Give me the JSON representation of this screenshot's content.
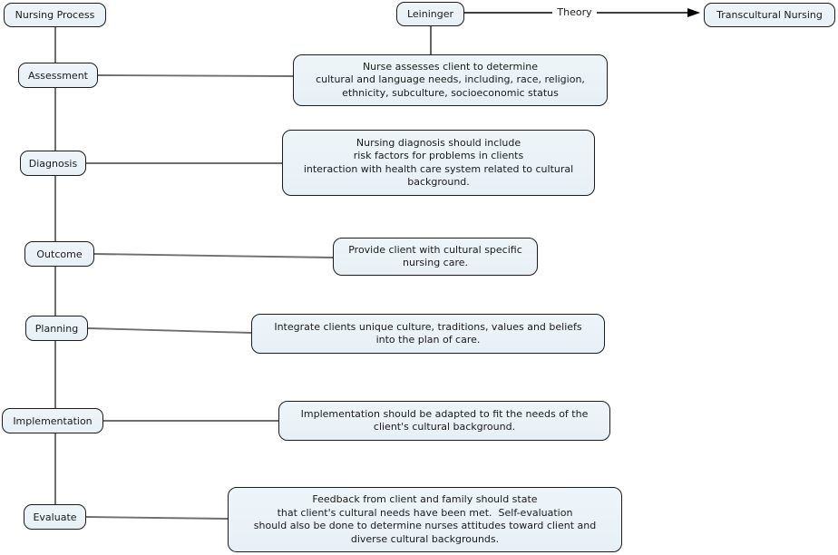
{
  "nodes": {
    "nursing_process": "Nursing Process",
    "leininger": "Leininger",
    "transcultural_nursing": "Transcultural Nursing"
  },
  "edges": {
    "theory_label": "Theory"
  },
  "steps": [
    {
      "label": "Assessment",
      "description": "Nurse assesses client to determine\ncultural and language needs, including, race, religion,\nethnicity, subculture, socioeconomic status"
    },
    {
      "label": "Diagnosis",
      "description": "Nursing diagnosis should include\nrisk factors for problems in clients\ninteraction with health care system related to cultural\nbackground."
    },
    {
      "label": "Outcome",
      "description": "Provide client with cultural specific\nnursing care."
    },
    {
      "label": "Planning",
      "description": "Integrate clients unique culture, traditions, values and beliefs\ninto the plan of care."
    },
    {
      "label": "Implementation",
      "description": "Implementation should be adapted to fit the needs of the\nclient's cultural background."
    },
    {
      "label": "Evaluate",
      "description": "Feedback from client and family should state\nthat client's cultural needs have been met.  Self-evaluation\nshould also be done to determine nurses attitudes toward client and\ndiverse cultural backgrounds."
    }
  ],
  "colors": {
    "box_fill": "#e9f1f7",
    "box_border": "#1c1c1c",
    "connector_line": "#6e6e6e",
    "arrow_line": "#000000"
  }
}
